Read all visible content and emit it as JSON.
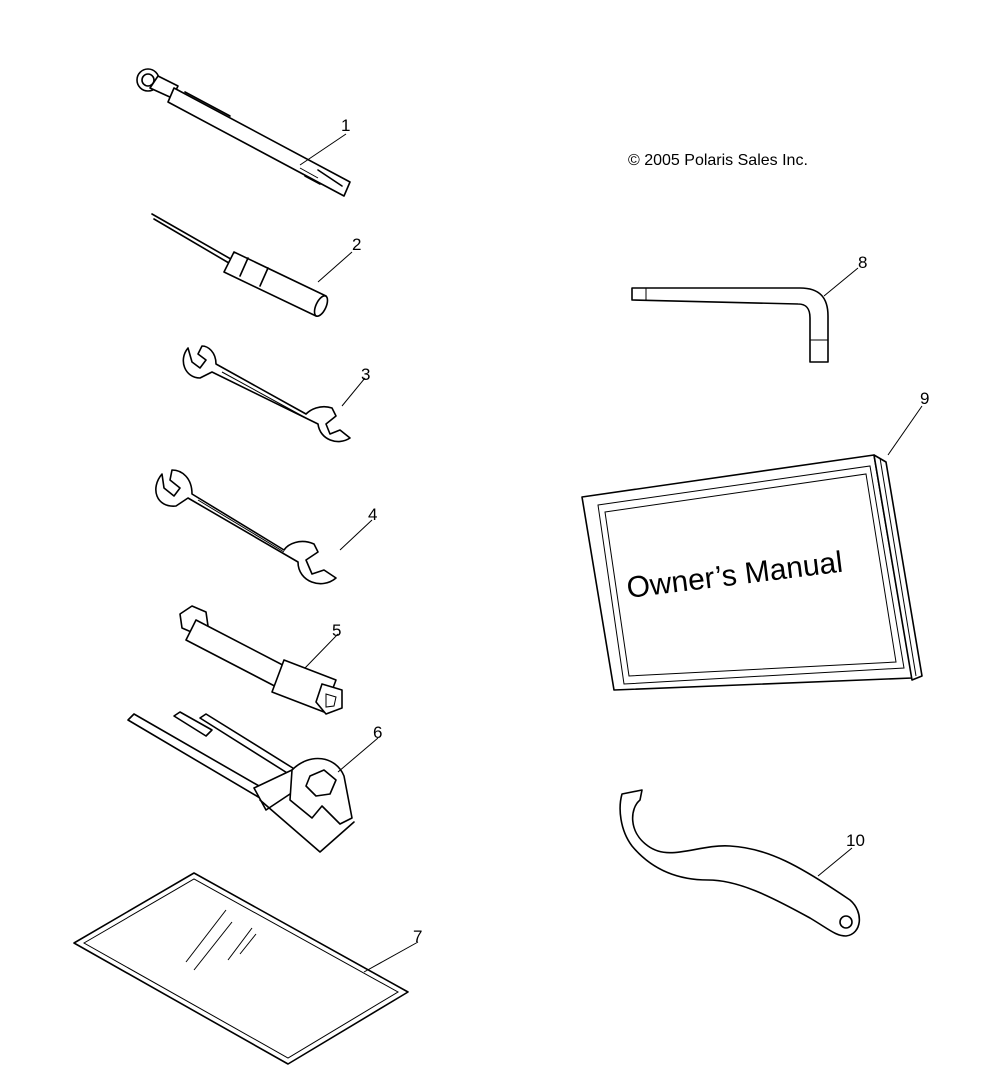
{
  "copyright": "© 2005 Polaris Sales Inc.",
  "manual_cover_text": "Owner’s Manual",
  "callouts": [
    {
      "id": "1",
      "item": "pressure-gauge"
    },
    {
      "id": "2",
      "item": "screwdriver"
    },
    {
      "id": "3",
      "item": "open-end-wrench-small"
    },
    {
      "id": "4",
      "item": "open-end-wrench-large"
    },
    {
      "id": "5",
      "item": "spark-plug-socket-wrench"
    },
    {
      "id": "6",
      "item": "wrench-holder"
    },
    {
      "id": "7",
      "item": "tool-bag"
    },
    {
      "id": "8",
      "item": "hex-key"
    },
    {
      "id": "9",
      "item": "owners-manual"
    },
    {
      "id": "10",
      "item": "spanner-wrench"
    }
  ]
}
